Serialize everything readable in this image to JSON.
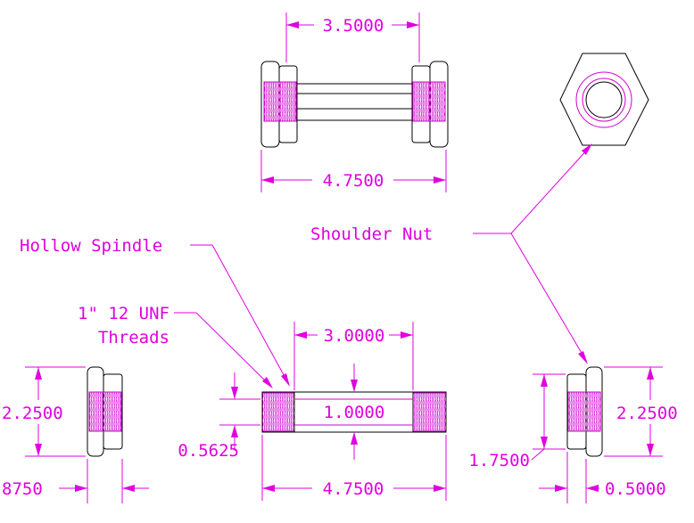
{
  "labels": {
    "hollow_spindle": "Hollow Spindle",
    "shoulder_nut": "Shoulder Nut",
    "threads_line1": "1\" 12 UNF",
    "threads_line2": "Threads"
  },
  "dimensions": {
    "top_inner_length": "3.5000",
    "top_overall_length": "4.7500",
    "spindle_unthreaded_length": "3.0000",
    "spindle_diameter": "1.0000",
    "spindle_bore": "0.5625",
    "spindle_overall_length": "4.7500",
    "left_nut_height": "2.2500",
    "left_nut_thickness": "8750",
    "right_nut_height": "2.2500",
    "right_nut_shoulder": "1.7500",
    "right_nut_thickness": "0.5000"
  },
  "colors": {
    "dimension": "#e000e0",
    "thread": "#d000d0",
    "outline": "#000000",
    "background": "#ffffff"
  }
}
